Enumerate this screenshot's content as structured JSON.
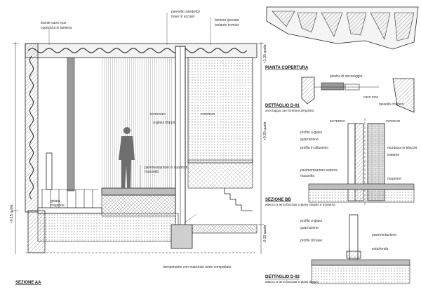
{
  "titles": {
    "sezione_aa": "SEZIONE AA",
    "pianta_copertura": "PIANTA COPERTURA",
    "dettaglio_d01": "DETTAGLIO D-01",
    "dettaglio_d01_sub": "ancoraggio cavi struttura pergolato",
    "sezione_bb": "SEZIONE BB",
    "sezione_bb_sub": "attacco a terra facciata u-glass singolo e muratura",
    "dettaglio_d02": "DETTAGLIO D-02",
    "dettaglio_d02_sub": "attacco a terra facciata u-glass doppio"
  },
  "section_labels": {
    "esterno": "ESTERNO",
    "interno": "INTERNO",
    "bottom_caption": "riempimento con materiale arido compattato",
    "esterno_bb": "ESTERNO",
    "interno_bb": "INTERNO"
  },
  "dimensions": {
    "left_col": "+0.15 quota",
    "right_col": "+1.30 quota",
    "mid_right": "+0.30 quota",
    "bottom_right": "-0.20 quota"
  },
  "annotations": {
    "top_left_1": "tirante cavo inox",
    "top_left_2": "copertura in lamiera",
    "roof_1": "pannello sandwich",
    "roof_2": "trave in acciaio",
    "roof_3": "lamiera grecata",
    "roof_4": "isolante termico",
    "glass_note": "u-glass doppio",
    "mid_note_1": "pavimentazione in quadrotti",
    "mid_note_2": "massetto",
    "floor_left_1": "ghiaia",
    "floor_left_2": "magrone",
    "d01_1": "piastra di ancoraggio",
    "d01_2": "cavo inox",
    "d01_3": "tassello chimico",
    "bb_1": "profilo u-glass",
    "bb_2": "guarnizione",
    "bb_3": "profilo in alluminio",
    "bb_4": "muratura in blocchi",
    "bb_5": "isolante",
    "bb_6": "pavimentazione esterna",
    "bb_7": "massetto",
    "bb_8": "magrone",
    "d02_1": "profilo u-glass",
    "d02_2": "guarnizione",
    "d02_3": "profilo di base",
    "d02_4": "pavimentazione",
    "d02_5": "sottofondo"
  },
  "colors": {
    "line": "#222222",
    "hatch": "#555555",
    "fill_gray": "#9a9a9a",
    "fill_light": "#d9d9d9",
    "figure": "#6e6e6e"
  }
}
